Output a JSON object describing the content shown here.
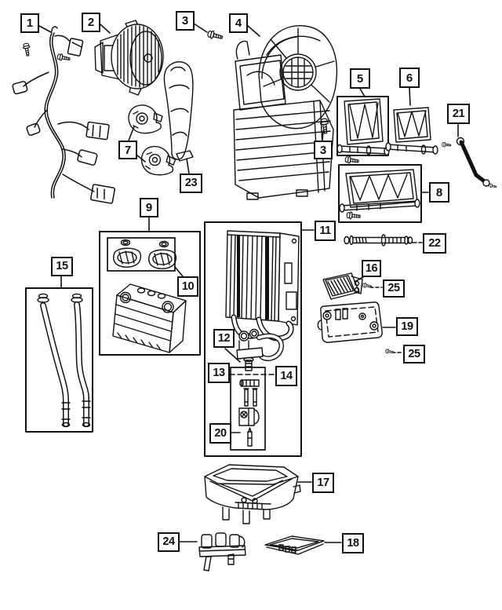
{
  "diagram": {
    "type": "exploded-parts-diagram",
    "background": "#ffffff",
    "line_color": "#111111",
    "callouts": [
      {
        "id": "1",
        "label": "1",
        "part": "wiring-harness"
      },
      {
        "id": "2",
        "label": "2",
        "part": "blower-motor"
      },
      {
        "id": "3",
        "label": "3",
        "part": "mounting-screw"
      },
      {
        "id": "4",
        "label": "4",
        "part": "hvac-housing-assembly"
      },
      {
        "id": "5",
        "label": "5",
        "part": "blend-door-kit-small"
      },
      {
        "id": "6",
        "label": "6",
        "part": "blend-door-small"
      },
      {
        "id": "21",
        "label": "21",
        "part": "control-linkage"
      },
      {
        "id": "3b",
        "label": "3",
        "part": "mounting-screw"
      },
      {
        "id": "7",
        "label": "7",
        "part": "door-actuators"
      },
      {
        "id": "23",
        "label": "23",
        "part": "duct-bracket"
      },
      {
        "id": "8",
        "label": "8",
        "part": "blend-door-kit-large"
      },
      {
        "id": "9",
        "label": "9",
        "part": "heater-core-kit"
      },
      {
        "id": "22",
        "label": "22",
        "part": "shaft"
      },
      {
        "id": "15",
        "label": "15",
        "part": "heater-hose-pair"
      },
      {
        "id": "16",
        "label": "16",
        "part": "blower-resistor"
      },
      {
        "id": "10",
        "label": "10",
        "part": "seal-clamp-kit"
      },
      {
        "id": "25a",
        "label": "25",
        "part": "screw"
      },
      {
        "id": "11",
        "label": "11",
        "part": "evaporator-kit"
      },
      {
        "id": "19",
        "label": "19",
        "part": "control-module"
      },
      {
        "id": "25b",
        "label": "25",
        "part": "screw"
      },
      {
        "id": "12",
        "label": "12",
        "part": "line-fitting"
      },
      {
        "id": "13",
        "label": "13",
        "part": "valve-kit"
      },
      {
        "id": "14",
        "label": "14",
        "part": "valve-kit"
      },
      {
        "id": "20",
        "label": "20",
        "part": "sensor-probe"
      },
      {
        "id": "17",
        "label": "17",
        "part": "lower-distribution-housing"
      },
      {
        "id": "24",
        "label": "24",
        "part": "connector-bracket"
      },
      {
        "id": "18",
        "label": "18",
        "part": "cover-plate"
      }
    ]
  }
}
